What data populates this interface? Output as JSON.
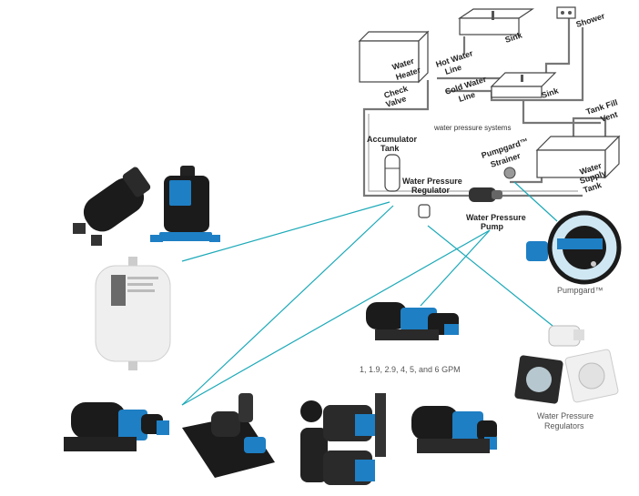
{
  "schematic_labels": {
    "shower": "Shower",
    "sink_top": "Sink",
    "sink_mid": "Sink",
    "water_heater_1": "Water",
    "water_heater_2": "Heater",
    "hot_water_1": "Hot Water",
    "hot_water_2": "Line",
    "check_valve_1": "Check",
    "check_valve_2": "Valve",
    "cold_water_1": "Cold Water",
    "cold_water_2": "Line",
    "tank_fill_1": "Tank Fill",
    "tank_fill_2": "Vent",
    "accumulator_1": "Accumulator",
    "accumulator_2": "Tank",
    "pumpgard_strainer_1": "Pumpgard™",
    "pumpgard_strainer_2": "Strainer",
    "regulator_1": "Water Pressure",
    "regulator_2": "Regulator",
    "pump_1": "Water Pressure",
    "pump_2": "Pump",
    "supply_tank_1": "Water",
    "supply_tank_2": "Supply",
    "supply_tank_3": "Tank",
    "center_note": "water pressure systems"
  },
  "captions": {
    "pumpgard": "Pumpgard™",
    "gpm": "1, 1.9, 2.9, 4, 5, and 6 GPM",
    "regulators_1": "Water Pressure",
    "regulators_2": "Regulators"
  },
  "colors": {
    "link": "#1ba9b8",
    "pump_blue": "#1e7fc4",
    "pump_black": "#1b1b1b",
    "tank_white": "#eeeeee"
  }
}
